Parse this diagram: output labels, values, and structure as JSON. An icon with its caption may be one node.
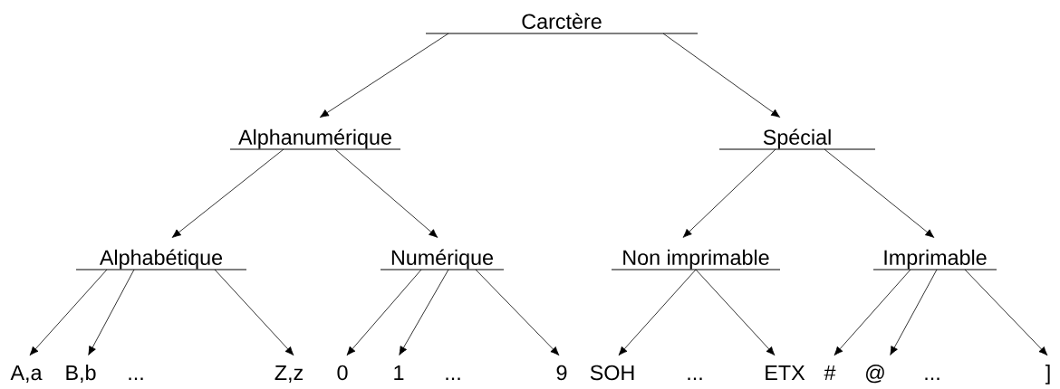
{
  "diagram": {
    "nodes": [
      {
        "text": [
          "Carctère"
        ]
      },
      {
        "text": [
          "Alphanumérique"
        ]
      },
      {
        "text": [
          "Spécial"
        ]
      },
      {
        "text": [
          "Alphabétique"
        ]
      },
      {
        "text": [
          "Numérique"
        ]
      },
      {
        "text": [
          "Non imprimable"
        ]
      },
      {
        "text": [
          "Imprimable"
        ]
      },
      {
        "text": [
          "A,a"
        ]
      },
      {
        "text": [
          "B,b"
        ]
      },
      {
        "text": [
          "Z,z"
        ]
      },
      {
        "text": [
          "0"
        ]
      },
      {
        "text": [
          "1"
        ]
      },
      {
        "text": [
          "9"
        ]
      },
      {
        "text": [
          "SOH"
        ]
      },
      {
        "text": [
          "ETX"
        ]
      },
      {
        "text": [
          "#"
        ]
      },
      {
        "text": [
          "@"
        ]
      },
      {
        "text": [
          "]"
        ]
      }
    ],
    "edges": [
      {
        "from": 0,
        "to": 1,
        "arrow": "to"
      },
      {
        "from": 0,
        "to": 2,
        "arrow": "to"
      },
      {
        "from": 1,
        "to": 3,
        "arrow": "to"
      },
      {
        "from": 1,
        "to": 4,
        "arrow": "to"
      },
      {
        "from": 2,
        "to": 5,
        "arrow": "to"
      },
      {
        "from": 2,
        "to": 6,
        "arrow": "to"
      },
      {
        "from": 3,
        "to": 7,
        "arrow": "to"
      },
      {
        "from": 3,
        "to": 8,
        "arrow": "to"
      },
      {
        "from": 3,
        "to": 9,
        "arrow": "to"
      },
      {
        "from": 4,
        "to": 10,
        "arrow": "to"
      },
      {
        "from": 4,
        "to": 11,
        "arrow": "to"
      },
      {
        "from": 4,
        "to": 12,
        "arrow": "to"
      },
      {
        "from": 5,
        "to": 13,
        "arrow": "to"
      },
      {
        "from": 5,
        "to": 14,
        "arrow": "to"
      },
      {
        "from": 6,
        "to": 15,
        "arrow": "to"
      },
      {
        "from": 6,
        "to": 16,
        "arrow": "to"
      },
      {
        "from": 6,
        "to": 17,
        "arrow": "to"
      }
    ],
    "labels": [
      "...",
      "...",
      "...",
      "..."
    ]
  }
}
